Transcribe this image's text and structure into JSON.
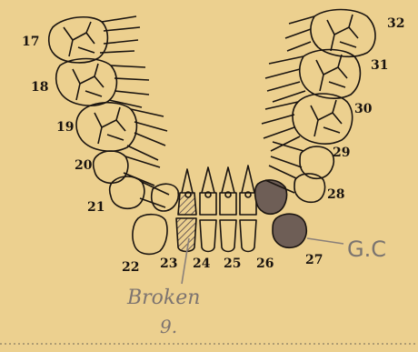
{
  "diagram": {
    "tooth_numbers": [
      "17",
      "18",
      "19",
      "20",
      "21",
      "22",
      "23",
      "24",
      "25",
      "26",
      "27",
      "28",
      "29",
      "30",
      "31",
      "32"
    ],
    "annotations": {
      "gc": "G.C",
      "broken": "Broken",
      "broken_sub": "9."
    },
    "marked_teeth": {
      "broken": [
        "23"
      ],
      "gc": [
        "26",
        "27"
      ]
    },
    "colors": {
      "background": "#ecd08f",
      "ink": "#1a1410",
      "marked_fill": "#6e5e56",
      "annotation": "#7a7470"
    }
  }
}
